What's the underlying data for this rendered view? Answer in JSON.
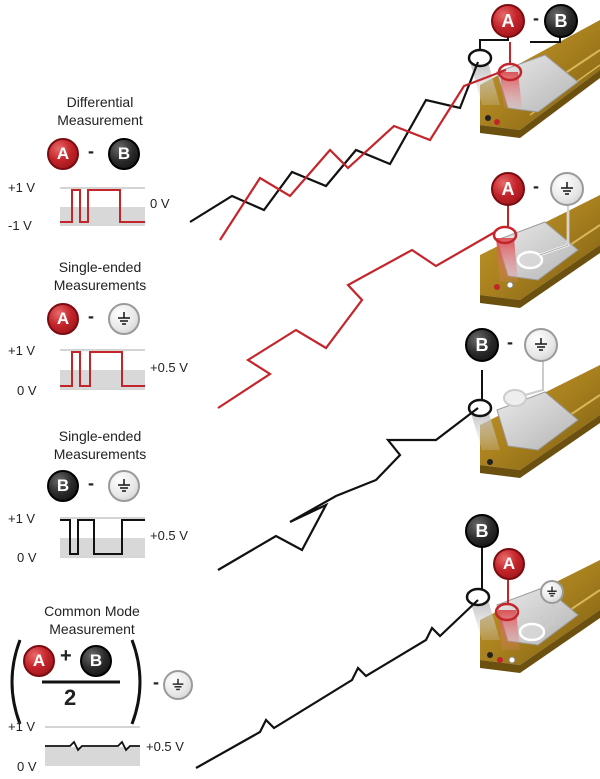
{
  "sections": [
    {
      "title": "Differential\nMeasurement",
      "left_label": "A",
      "right": "B",
      "operator": "-",
      "levels": [
        "+1 V",
        "-1 V",
        "0 V"
      ]
    },
    {
      "title": "Single-ended\nMeasurements",
      "left_label": "A",
      "right": "ground",
      "operator": "-",
      "levels": [
        "+1 V",
        "0 V",
        "+0.5 V"
      ]
    },
    {
      "title": "Single-ended\nMeasurements",
      "left_label": "B",
      "right": "ground",
      "operator": "-",
      "levels": [
        "+1 V",
        "0 V",
        "+0.5 V"
      ]
    },
    {
      "title": "Common Mode\nMeasurement",
      "left_label": "A",
      "plus": "+",
      "right_label": "B",
      "divisor": "2",
      "operator": "-",
      "levels": [
        "+1 V",
        "0 V",
        "+0.5 V"
      ]
    }
  ],
  "probes": [
    {
      "left": "A",
      "operator": "-",
      "right": "B"
    },
    {
      "left": "A",
      "operator": "-",
      "right": "ground"
    },
    {
      "left": "B",
      "operator": "-",
      "right": "ground"
    },
    {
      "stack": [
        "B",
        "A",
        "ground"
      ]
    }
  ],
  "colors": {
    "red": "#c4252b",
    "black": "#111111",
    "gray_band": "#d8d8d8",
    "board": "#a8801e"
  },
  "icons": [
    "ground-icon"
  ]
}
